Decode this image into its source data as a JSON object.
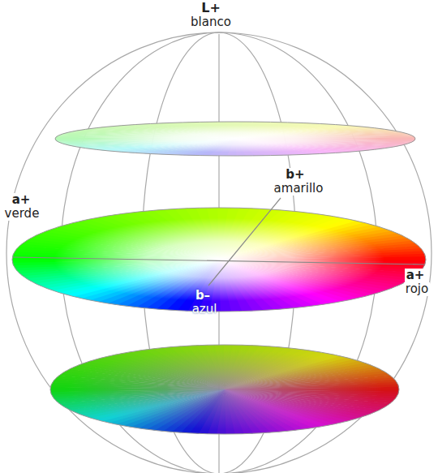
{
  "diagram": {
    "labels": [
      "L+",
      "blanco",
      "b+",
      "amarillo",
      "a+",
      "verde",
      "b–",
      "azul",
      "a+",
      "rojo"
    ]
  }
}
